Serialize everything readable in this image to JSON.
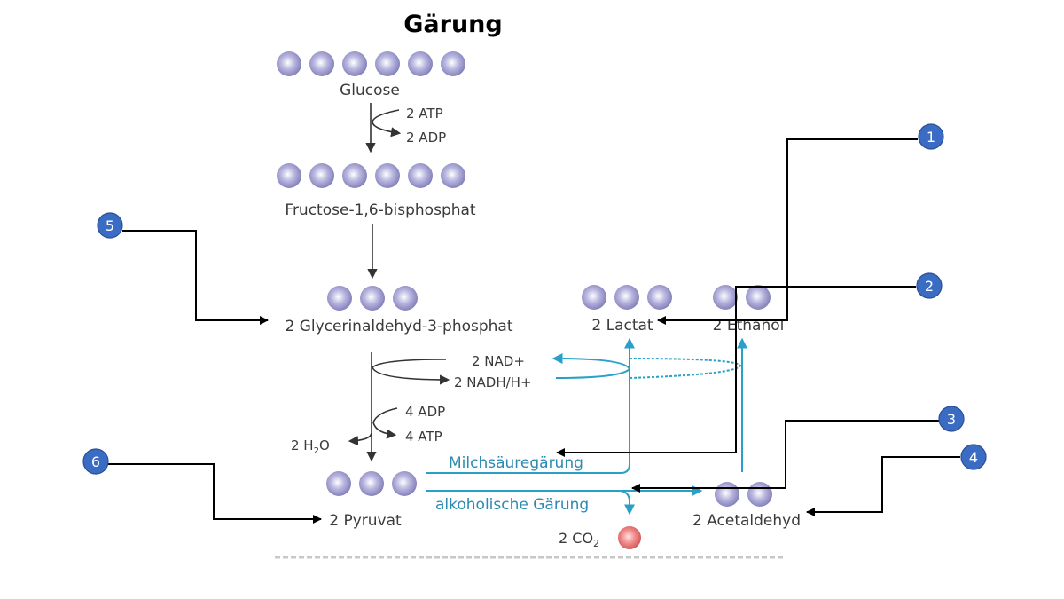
{
  "title": "Gärung",
  "colors": {
    "molecule": "#9a98c8",
    "co2": "#e07070",
    "pathway_blue": "#2aa0c8",
    "badge": "#3b6cc4",
    "text": "#3a3a3a"
  },
  "molecules": {
    "glucose": {
      "label": "Glucose",
      "spheres": 6
    },
    "fructose": {
      "label": "Fructose-1,6-bisphosphat",
      "spheres": 6
    },
    "g3p": {
      "label": "2 Glycerinaldehyd-3-phosphat",
      "spheres": 3
    },
    "pyruvat": {
      "label": "2 Pyruvat",
      "spheres": 3
    },
    "lactat": {
      "label": "2 Lactat",
      "spheres": 3
    },
    "ethanol": {
      "label": "2 Ethanol",
      "spheres": 2
    },
    "acetaldehyd": {
      "label": "2 Acetaldehyd",
      "spheres": 2
    },
    "co2": {
      "label_prefix": "2 CO",
      "label_sub": "2",
      "spheres": 1
    }
  },
  "cofactors": {
    "atp_in": "2 ATP",
    "adp_out": "2 ADP",
    "nad": "2 NAD+",
    "nadh": "2 NADH/H+",
    "adp_in": "4 ADP",
    "atp_out": "4 ATP",
    "water_prefix": "2 H",
    "water_sub": "2",
    "water_suffix": "O"
  },
  "pathways": {
    "lactic": "Milchsäuregärung",
    "alcoholic": "alkoholische Gärung"
  },
  "badges": [
    "1",
    "2",
    "3",
    "4",
    "5",
    "6"
  ]
}
